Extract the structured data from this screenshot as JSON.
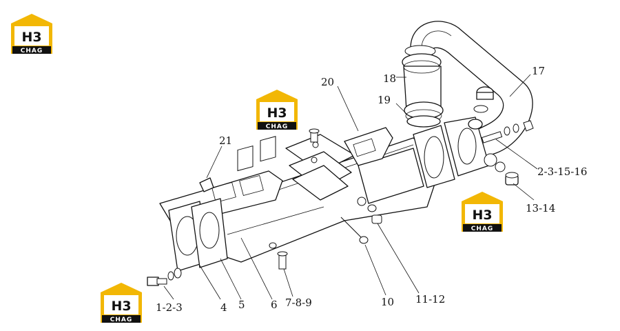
{
  "logo": {
    "mark": "H3",
    "text": "CHAG"
  },
  "brand_color": "#f2b705",
  "labels": {
    "p1": "1-2-3",
    "p4": "4",
    "p5": "5",
    "p6": "6",
    "p7": "7-8-9",
    "p10": "10",
    "p11": "11-12",
    "p13": "13-14",
    "p2b": "2-3-15-16",
    "p17": "17",
    "p18": "18",
    "p19": "19",
    "p20": "20",
    "p21": "21"
  }
}
